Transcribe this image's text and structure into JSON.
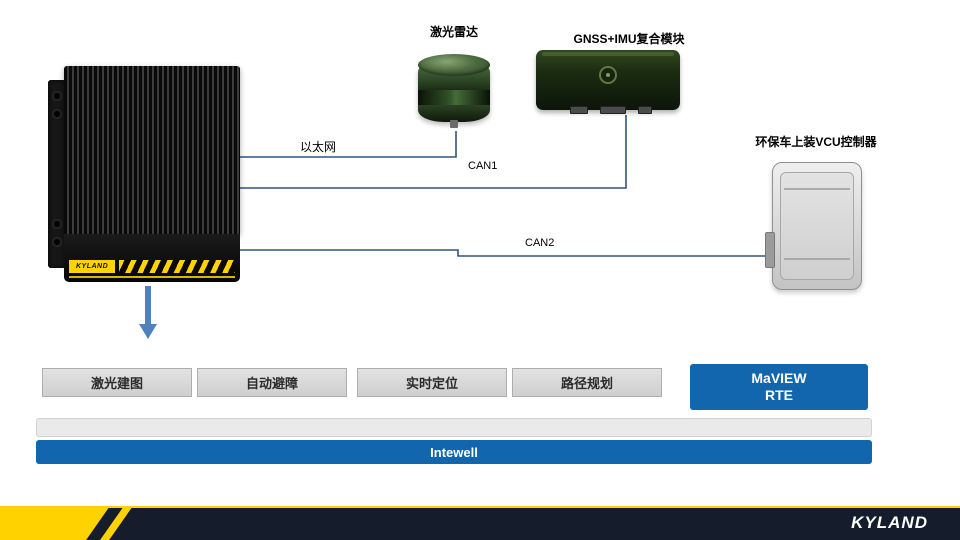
{
  "diagram": {
    "computer_brand": "KYLAND",
    "labels": {
      "lidar": "激光雷达",
      "gnss_imu": "GNSS+IMU复合模块",
      "vcu": "环保车上装VCU控制器",
      "ethernet": "以太网",
      "can1": "CAN1",
      "can2": "CAN2"
    }
  },
  "features": [
    {
      "label": "激光建图"
    },
    {
      "label": "自动避障"
    },
    {
      "label": "实时定位"
    },
    {
      "label": "路径规划"
    }
  ],
  "platform": {
    "maview_line1": "MaVIEW",
    "maview_line2": "RTE",
    "intewell": "Intewell"
  },
  "footer": {
    "logo": "KYLAND"
  },
  "colors": {
    "accent_blue": "#1166ae",
    "brand_yellow": "#ffd200",
    "footer_navy": "#151d2c",
    "wire_blue": "#31537d",
    "arrow_blue": "#4f81bd"
  }
}
